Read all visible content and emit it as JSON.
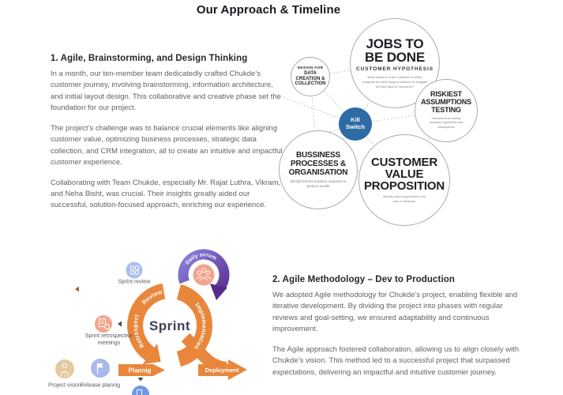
{
  "page": {
    "title": "Our Approach & Timeline"
  },
  "section1": {
    "heading": "1. Agile, Brainstorming, and Design Thinking",
    "paragraphs": [
      "In a month, our ten-member team dedicatedly crafted Chukde’s customer journey, involving brainstorming, information architecture, and initial layout design. This collaborative and creative phase set the foundation for our project.",
      "The project’s challenge was to balance crucial elements like aligning customer value, optimizing business processes, strategic data collection, and CRM integration, all to create an intuitive and impactful customer experience.",
      "Collaborating with Team Chukde, especially Mr. Rajat Luthra, Vikram, and Neha Bisht, was crucial. Their insights greatly aided our successful, solution-focused approach, enriching our experience."
    ]
  },
  "section2": {
    "heading": "2. Agile Methodology – Dev to Production",
    "paragraphs": [
      "We adopted Agile methodology for Chukde’s project, enabling flexible and iterative development. By dividing the project into phases with regular reviews and goal-setting, we ensured adaptability and continuous improvement.",
      "The Agile approach fostered collaboration, allowing us to align closely with Chukde’s vision. This method led to a successful project that surpassed expectations, delivering an impactful and intuitive customer journey."
    ]
  },
  "venn": {
    "jobs": {
      "title": "JOBS TO BE DONE",
      "subtitle": "CUSTOMER HYPOTHESIS",
      "note": "What situation is the customer in which progress are they trying to achieve or struggle do they want to overcome?"
    },
    "design": {
      "line1": "DESIGN FOR",
      "line2": "DATA CREATION & COLLECTION"
    },
    "riskiest": {
      "title": "RISKIEST ASSUMPTIONS TESTING",
      "note": "Framework for testing customer hypothesis and assumptions"
    },
    "kill_switch": {
      "label": "Kill Switch"
    },
    "business": {
      "title": "BUSSINESS PROCESSES & ORGANISATION",
      "note": "Identify how the business organises to produce wealth"
    },
    "cvp": {
      "title": "CUSTOMER VALUE PROPOSITION",
      "note": "Identify value propositions and how to measure"
    }
  },
  "sprint": {
    "center_label": "Sprint",
    "daily_scrum_label": "Daily scrum",
    "ring": {
      "review": "Review",
      "retrospect": "Retrospect",
      "implementation": "Implementation",
      "planning": "Plannig",
      "deployment": "Deployment"
    },
    "milestones": {
      "sprint_review": "Sprint review",
      "retrospective_line1": "Sprint retrospective",
      "retrospective_line2": "meetings",
      "project_vision": "Project vision",
      "release_planning": "Release plannig"
    }
  },
  "colors": {
    "orange": "#E8873C",
    "purple_dark": "#562A8A",
    "purple_light": "#8B80DD",
    "kill_switch_blue": "#2E6BA5",
    "salmon": "#F2A48E",
    "periwinkle": "#A9C0EE",
    "tan": "#E5C9A0"
  }
}
